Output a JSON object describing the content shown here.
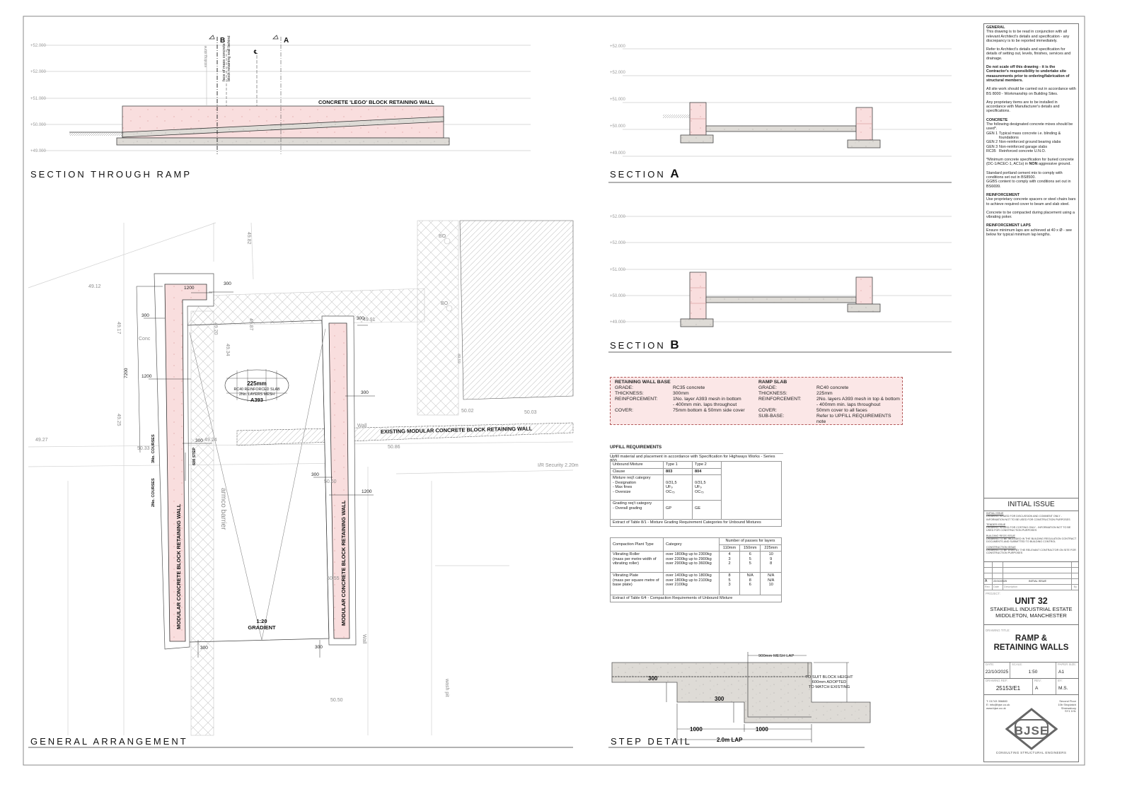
{
  "section_ramp": {
    "title": "SECTION THROUGH RAMP",
    "levels": [
      "+52.000",
      "+52.000",
      "+51.000",
      "+50.000",
      "+49.000"
    ],
    "wall_label": "CONCRETE 'LEGO' BLOCK RETAINING WALL",
    "marker_b": "B",
    "marker_a": "A",
    "centreline": "℄",
    "note_existing": "existing stone",
    "note_face_1": "face of mass concrete",
    "note_face_2": "block retaining wall behind"
  },
  "section_a": {
    "title_prefix": "SECTION",
    "title_letter": "A",
    "levels": [
      "+52.000",
      "+52.000",
      "+51.000",
      "+50.000",
      "+49.000"
    ]
  },
  "section_b": {
    "title_prefix": "SECTION",
    "title_letter": "B",
    "levels": [
      "+52.000",
      "+52.000",
      "+51.000",
      "+50.000",
      "+49.000"
    ]
  },
  "spec": {
    "wall_base": {
      "heading": "RETAINING WALL BASE",
      "rows": [
        {
          "k": "GRADE:",
          "v": "RC35 concrete"
        },
        {
          "k": "THICKNESS:",
          "v": "300mm"
        },
        {
          "k": "REINFORCEMENT:",
          "v": "1No. layer A393 mesh in bottom"
        },
        {
          "k": "",
          "v": "- 400mm min. laps throughout"
        },
        {
          "k": "COVER:",
          "v": "75mm bottom & 50mm side cover"
        }
      ]
    },
    "ramp_slab": {
      "heading": "RAMP SLAB",
      "rows": [
        {
          "k": "GRADE:",
          "v": "RC40 concrete"
        },
        {
          "k": "THICKNESS:",
          "v": "225mm"
        },
        {
          "k": "REINFORCEMENT:",
          "v": "2No. layers A393 mesh in top & bottom"
        },
        {
          "k": "",
          "v": "- 400mm min. laps throughout"
        },
        {
          "k": "COVER:",
          "v": "50mm cover to all faces"
        },
        {
          "k": "SUB-BASE:",
          "v": "Refer to UPFILL REQUIREMENTS note"
        }
      ]
    }
  },
  "upfill": {
    "title": "UPFILL REQUIREMENTS",
    "subtitle": "Upfill material and placement in accordance with Specification for Highways Works - Series 800.",
    "table1": {
      "headers": [
        "Unbound Mixture",
        "Type 1",
        "Type 2"
      ],
      "clause": [
        "Clause",
        "803",
        "804"
      ],
      "mixture": [
        "Mixture req't category\n- Designation\n- Max fines\n- Oversize",
        "\n0/31,5\nUF₉\nOC₇₅",
        "\n0/31,5\nUF₉\nOC₇₅"
      ],
      "grading": [
        "Grading req't category\n- Overall grading",
        "\nGP",
        "\nGE"
      ],
      "caption": "Extract of Table 8/1 - Mixture Grading Requirement Categories for Unbound Mixtures"
    },
    "table2": {
      "headers": [
        "Compaction Plant Type",
        "Category",
        "Number of passes for layers"
      ],
      "thickness": [
        "110mm",
        "150mm",
        "225mm"
      ],
      "rows": [
        {
          "plant": "Vibrating Roller\n(mass per metre width of vibrating roller)",
          "category": "over 1800kg up to 2300kg\nover 2300kg up to 2900kg\nover 2900kg up to 3600kg",
          "p110": "4\n3\n2",
          "p150": "6\n5\n5",
          "p225": "10\n9\n8"
        },
        {
          "plant": "Vibrating Plate\n(mass per square metre of base plate)",
          "category": "over 1400kg up to 1800kg\nover 1800kg up to 2100kg\nover 2100kg",
          "p110": "8\n5\n3",
          "p150": "N/A\n8\n6",
          "p225": "N/A\nN/A\n10"
        }
      ],
      "caption": "Extract of Table 6/4 - Compaction Requirements of Unbound Mixture"
    }
  },
  "step_detail": {
    "title": "STEP DETAIL",
    "mesh_lap": "900mm MESH LAP",
    "step1": "300",
    "step2": "300",
    "len1": "1000",
    "len2": "1000",
    "lap": "2.0m LAP",
    "note": [
      "TO SUIT BLOCK HEIGHT",
      "600mm ADOPTED",
      "TO MATCH EXISTING"
    ]
  },
  "general_arrangement": {
    "title": "GENERAL ARRANGEMENT",
    "wall_label": "MODULAR CONCRETE BLOCK RETAINING WALL",
    "existing_wall": "EXISTING MODULAR CONCRETE BLOCK RETAINING WALL",
    "slab": [
      "225mm",
      "RC40 REINFORCED SLAB",
      "2No. LAYERS MESH",
      "A393"
    ],
    "gradient": [
      "1:20",
      "GRADIENT"
    ],
    "step": "600 STEP",
    "courses_3": "3No. COURSES",
    "courses_2": "2No. COURSES",
    "dims": {
      "d1200a": "1200",
      "d300a": "300",
      "d300b": "300",
      "d1200b": "1200",
      "d7200": "7200",
      "d300c": "300",
      "d300d": "300",
      "d300e": "300",
      "d300f": "300",
      "d1200c": "1200",
      "d300g": "300",
      "d300h": "300"
    },
    "survey": {
      "l4912": "49.12",
      "l4982": "49.82",
      "l4917": "49.17",
      "conc": "Conc",
      "l4920": "49.20",
      "l4987": "49.87",
      "l4934": "49.34",
      "l4925": "49.25",
      "l4927": "49.27",
      "l5033": "50.33",
      "l4924": "49.24",
      "l4991": "49.91",
      "bo1": "BO",
      "bo2": "BO",
      "l4959": "49.59",
      "l5002": "50.02",
      "l5003": "50.03",
      "l5086": "50.86",
      "wall1": "Wall",
      "security": "I/R Security 2.20m",
      "l5060": "50.60",
      "armco": "armco barrier",
      "l5055": "50.55",
      "wall2": "Wall",
      "washpit": "wash pit",
      "l5050": "50.50"
    }
  },
  "notes": {
    "general_heading": "GENERAL",
    "general": [
      "This drawing is to be read in conjunction with all relevant Architect's details and specification - any discrepancy is to be reported immediately.",
      "Refer to Architect's details and specification for details of setting out, levels, finishes, services and drainage."
    ],
    "warning": "Do not scale off this drawing - it is the Contractor's responsibility to undertake site measurements prior to ordering/fabrication of structural members.",
    "general2": [
      "All site work should be carried out in accordance with BS 8000 - Workmanship on Building Sites.",
      "Any proprietary items are to be installed in accordance with Manufacturer's details and specifications."
    ],
    "concrete_heading": "CONCRETE",
    "concrete_intro": "The following designated concrete mixes should be used*.",
    "mixes": [
      {
        "code": "GEN 1",
        "desc": "Typical mass concrete i.e. blinding & foundations"
      },
      {
        "code": "GEN 2",
        "desc": "Non-reinforced ground bearing slabs"
      },
      {
        "code": "GEN 3",
        "desc": "Non-reinforced garage slabs"
      },
      {
        "code": "RC35",
        "desc": "Reinforced concrete U.N.O."
      }
    ],
    "min_spec_a": "*Minimum concrete specification for buried concrete (DC-1/ACEC-1, AC1s) in ",
    "min_spec_b": "NON",
    "min_spec_c": " aggressive ground.",
    "portland": "Standard portland cement mix to comply with conditions set out in BS8500.",
    "ggbs": "GGBS content to comply with conditions set out in BS6699.",
    "reinf_heading": "REINFORCEMENT",
    "reinf": [
      "Use proprietary concrete spacers or steel chairs bars to achieve required cover to beam and slab steel.",
      "Concrete to be compacted during placement using a vibrating poker."
    ],
    "laps_heading": "REINFORCEMENT LAPS",
    "laps": "Ensure minimum laps are achieved at 40 x Ø - see below for typical minimum lap lengths."
  },
  "title_block": {
    "issue_status": "INITIAL ISSUE",
    "issue_types": [
      {
        "name": "INITIAL ISSUE",
        "desc": "DRAWING ISSUED FOR DISCUSSION AND COMMENT ONLY - INFORMATION NOT TO BE USED FOR CONSTRUCTION PURPOSES"
      },
      {
        "name": "TENDER ISSUE",
        "desc": "DRAWING ISSUED FOR COSTING ONLY - INFORMATION NOT TO BE USED FOR CONSTRUCTION PURPOSES"
      },
      {
        "name": "BUILDING REGS ISSUE",
        "desc": "DRAWING TO BE INCLUDED IN THE BUILDING REGULATION CONTRACT DOCUMENTS AND SUBMITTED TO BUILDING CONTROL"
      },
      {
        "name": "CONSTRUCTION ISSUE",
        "desc": "DRAWING TO BE USED BY THE RELEVANT CONTRACTOR ON SITE FOR CONSTRUCTION PURPOSES"
      }
    ],
    "revision": {
      "rev": "A",
      "date": "22/10/2025",
      "desc": "INITIAL ISSUE"
    },
    "rev_headers": [
      "Rev.",
      "Date",
      "Description",
      "By"
    ],
    "project_label": "PROJECT:",
    "project": [
      "UNIT 32",
      "STAKEHILL INDUSTRIAL ESTATE",
      "MIDDLETON, MANCHESTER"
    ],
    "drawing_title_label": "DRAWING TITLE:",
    "drawing_title": [
      "RAMP &",
      "RETAINING WALLS"
    ],
    "date_label": "DATE:",
    "date": "22/10/2025",
    "scale_label": "SCALE:",
    "scale": "1:50",
    "paper_label": "PAPER SIZE:",
    "paper": "A1",
    "ref_label": "DRAWING REF:",
    "ref": "25153/E1",
    "rev_label": "REV:",
    "rev": "A",
    "by_label": "BY:",
    "by": "M.S.",
    "contact": [
      "T: 01743 356880",
      "E: info@bjse.co.uk",
      "www.bjse.co.uk"
    ],
    "address": [
      "Second Floor",
      "10b Shoplatch",
      "Shrewsbury",
      "SY1 1HL"
    ],
    "logo_text": "BJSE",
    "firm": "CONSULTING STRUCTURAL ENGINEERS"
  },
  "colors": {
    "wall_pink": "#f9dede",
    "concrete": "#dedbd6",
    "spec_box": "#fbe7e7"
  }
}
